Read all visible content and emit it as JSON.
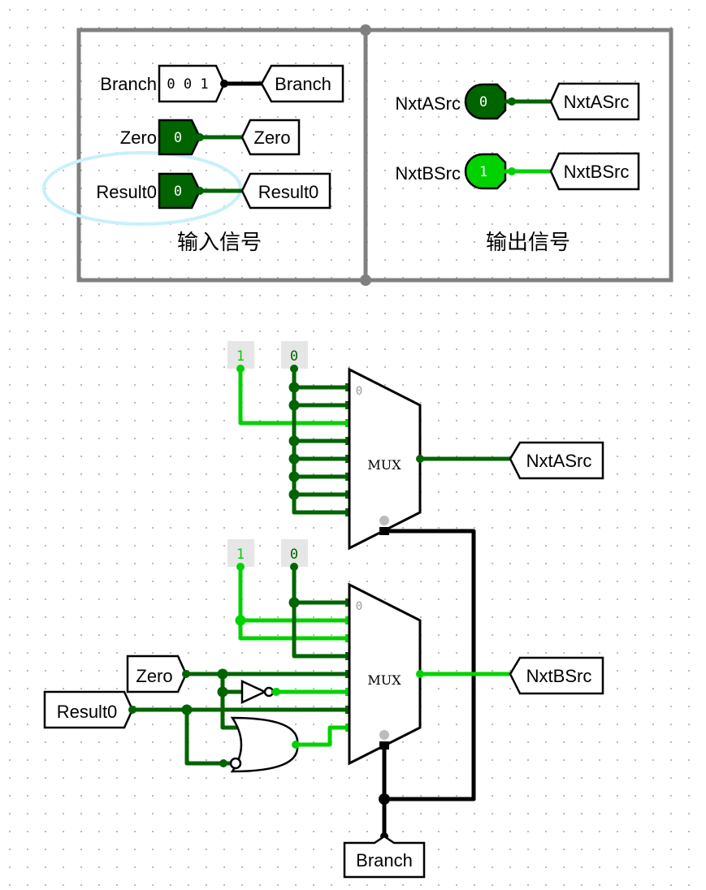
{
  "groups": {
    "inputs": "输入信号",
    "outputs": "输出信号"
  },
  "pins": {
    "branch_label": "Branch",
    "branch_value": "0 0 1",
    "zero_label": "Zero",
    "zero_value": "0",
    "result0_label": "Result0",
    "result0_value": "0"
  },
  "outputs": {
    "nxtasrc_label": "NxtASrc",
    "nxtasrc_value": "0",
    "nxtbsrc_label": "NxtBSrc",
    "nxtbsrc_value": "1"
  },
  "tunnels": {
    "branch": "Branch",
    "zero": "Zero",
    "result0": "Result0",
    "nxtasrc": "NxtASrc",
    "nxtbsrc": "NxtBSrc"
  },
  "constants": {
    "mux_a_one": "1",
    "mux_a_zero": "0",
    "mux_b_one": "1",
    "mux_b_zero": "0"
  },
  "mux": {
    "label": "MUX",
    "first_input_marker": "0"
  },
  "colors": {
    "wire_low": "#006400",
    "wire_high": "#00d200",
    "wire_bus": "#000000",
    "selection_ring": "#c8f0fa",
    "frame": "#808080"
  }
}
